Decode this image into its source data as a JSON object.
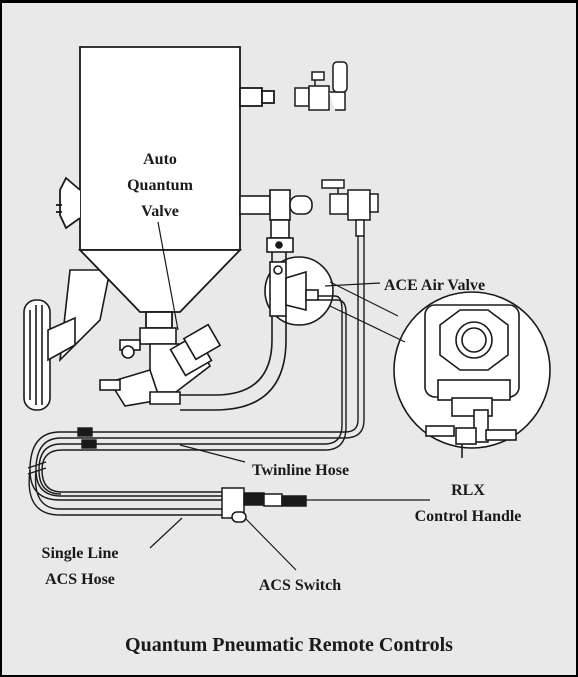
{
  "title": "Quantum Pneumatic Remote Controls",
  "labels": {
    "auto_quantum_valve": [
      "Auto",
      "Quantum",
      "Valve"
    ],
    "ace_air_valve": "ACE Air Valve",
    "twinline_hose": "Twinline Hose",
    "rlx_control_handle": [
      "RLX",
      "Control Handle"
    ],
    "single_line_acs_hose": [
      "Single Line",
      "ACS Hose"
    ],
    "acs_switch": "ACS Switch"
  },
  "colors": {
    "background": "#e9e9ea",
    "tank": "#ffffff",
    "line": "#1a1a1a"
  }
}
